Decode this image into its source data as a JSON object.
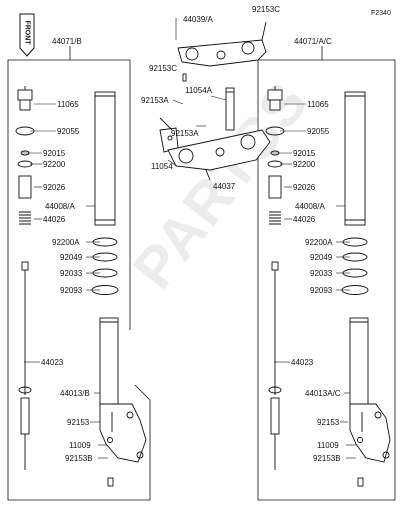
{
  "diagram": {
    "code": "F2340",
    "front_label": "FRONT",
    "watermark": "PARTSS",
    "left_assembly": "44071/B",
    "right_assembly": "44071/A/C",
    "top_clamp": "44039/A",
    "bottom_clamp": "44037",
    "labels": {
      "screw_top": "92153C",
      "bolt_c_upper": "92153C",
      "bolt_a_upper": "92153A",
      "stem": "11054A",
      "bolt_a_lower": "92153A",
      "bracket": "11054",
      "l_cap": "11065",
      "l_oring": "92055",
      "l_92015": "92015",
      "l_92200": "92200",
      "l_spacer": "92026",
      "l_tube": "44008/A",
      "l_spring": "44026",
      "l_92200A": "92200A",
      "l_92049": "92049",
      "l_92033": "92033",
      "l_92093": "92093",
      "l_damper": "44023",
      "l_outer": "44013/B",
      "l_bolt": "92153",
      "l_11009": "11009",
      "l_92153B": "92153B",
      "r_cap": "11065",
      "r_oring": "92055",
      "r_92015": "92015",
      "r_92200": "92200",
      "r_spacer": "92026",
      "r_tube": "44008/A",
      "r_spring": "44026",
      "r_92200A": "92200A",
      "r_92049": "92049",
      "r_92033": "92033",
      "r_92093": "92093",
      "r_damper": "44023",
      "r_outer": "44013A/C",
      "r_bolt": "92153",
      "r_11009": "11009",
      "r_92153B": "92153B"
    }
  }
}
